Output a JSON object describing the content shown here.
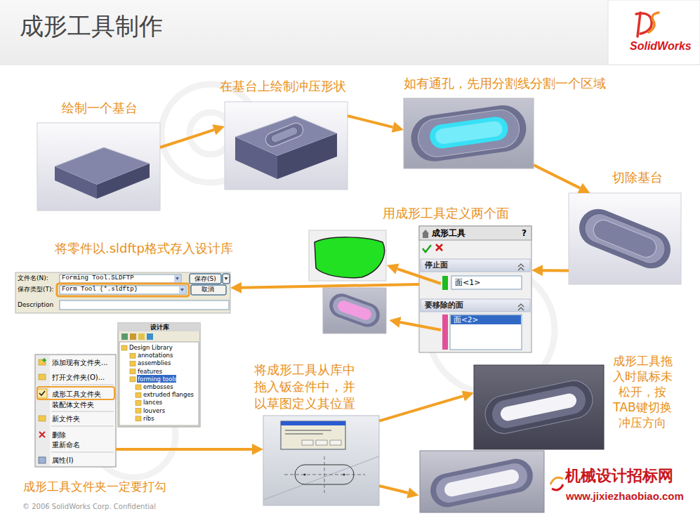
{
  "diagram": {
    "title": "成形工具制作",
    "nodes": [
      {
        "text": [
          "绘制一个基台"
        ]
      },
      {
        "text": [
          "在基台上绘制冲压形状"
        ]
      },
      {
        "text": [
          "如有通孔，先用分割线分割一个区域"
        ]
      },
      {
        "text": [
          "切除基台"
        ]
      },
      {
        "text": [
          "用成形工具定义两个面",
          "成形工具",
          "?",
          "停止面",
          "面<1>",
          "要移除的面",
          "面<2>"
        ]
      },
      {
        "text": [
          "将零件以.sldftp格式存入设计库",
          "文件名(N):",
          "Forming Tool.SLDFTP",
          "保存(S)",
          "保存类型(T):",
          "Form Tool (*.sldftp)",
          "取消",
          "Description"
        ]
      },
      {
        "text": [
          "设计库",
          "Design Library",
          "annotations",
          "assemblies",
          "features",
          "forming tools",
          "embosses",
          "extruded flanges",
          "lances",
          "louvers",
          "ribs"
        ]
      },
      {
        "text": [
          "添加现有文件夹...",
          "打开文件夹(O)...",
          "成形工具文件夹",
          "装配体文件夹",
          "新文件夹",
          "删除",
          "重新命名",
          "属性(I)",
          "成形工具文件夹一定要打勾"
        ]
      },
      {
        "text": [
          "将成形工具从库中拖入钣金件中，并以草图定义其位置"
        ]
      },
      {
        "text": [
          "成形工具拖入时鼠标未松开，按TAB键切换冲压方向"
        ]
      }
    ],
    "edges": [
      {
        "from": 0,
        "to": 1,
        "arrow": "to"
      },
      {
        "from": 1,
        "to": 2,
        "arrow": "to"
      },
      {
        "from": 2,
        "to": 3,
        "arrow": "to"
      },
      {
        "from": 3,
        "to": 4,
        "arrow": "to"
      },
      {
        "from": 4,
        "to": 5,
        "arrow": "to"
      },
      {
        "from": 7,
        "to": 8,
        "arrow": "to"
      },
      {
        "from": 8,
        "to": 9,
        "arrow": "to"
      }
    ],
    "labels": [
      "SolidWorks",
      "© 2006 SolidWorks Corp. Confidential",
      "机械设计招标网",
      "www.jixiezhaobiao.com"
    ]
  }
}
